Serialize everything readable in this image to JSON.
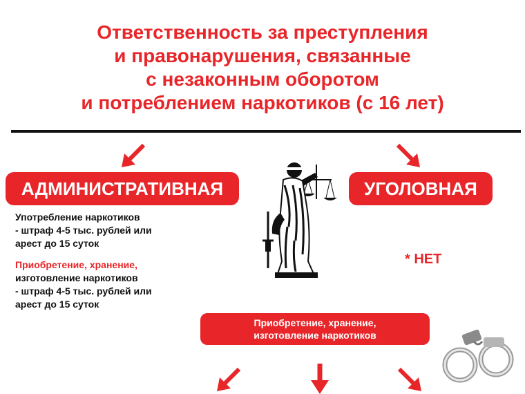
{
  "title": {
    "line1": "Ответственность за преступления",
    "line2": "и правонарушения, связанные",
    "line3": "с незаконным оборотом",
    "line4": "и потреблением наркотиков (с 16 лет)"
  },
  "administrative": {
    "label": "АДМИНИСТРАТИВНАЯ",
    "use_heading": "Употребление наркотиков",
    "use_line2": "- штраф 4-5 тыс. рублей или",
    "use_line3": "арест до 15 суток",
    "acq_red": "Приобретение, хранение,",
    "acq_line2": "изготовление наркотиков",
    "acq_line3": "- штраф 4-5 тыс. рублей или",
    "acq_line4": "арест до 15 суток"
  },
  "criminal": {
    "label": "УГОЛОВНАЯ",
    "no_text": "* НЕТ"
  },
  "acquisition_box": {
    "line1": "Приобретение, хранение,",
    "line2": "изготовление наркотиков"
  },
  "colors": {
    "accent": "#e8262a",
    "text": "#111111",
    "background": "#ffffff"
  },
  "icons": [
    "arrow-down-left-icon",
    "arrow-down-right-icon",
    "arrow-down-icon",
    "justice-statue-icon",
    "handcuffs-icon"
  ]
}
